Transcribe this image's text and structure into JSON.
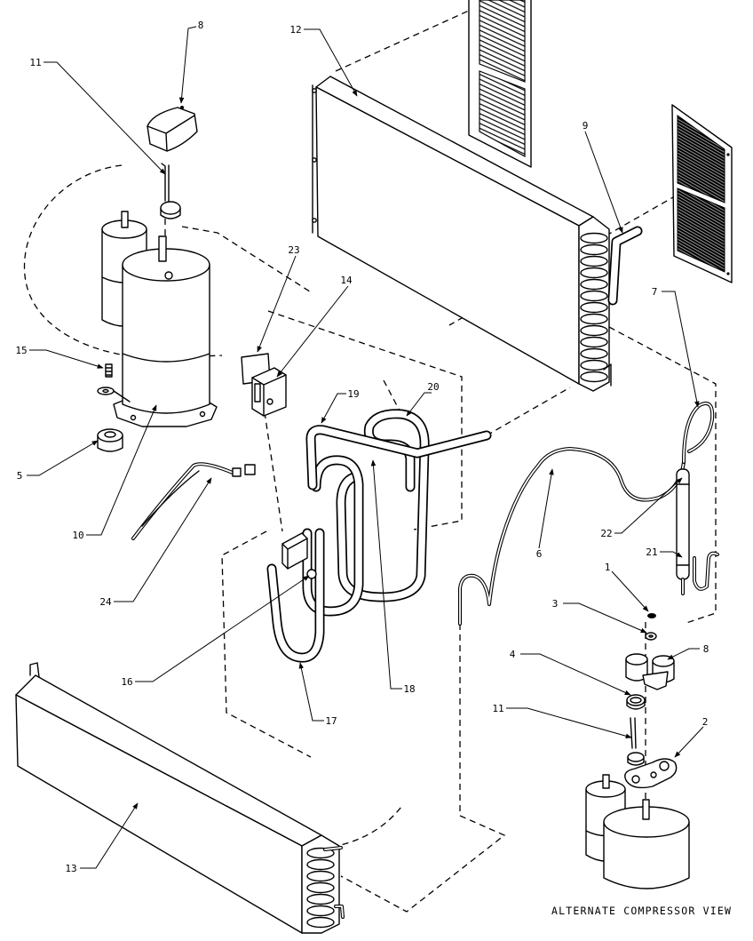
{
  "diagram": {
    "callouts": [
      "8",
      "11",
      "12",
      "9",
      "7",
      "23",
      "14",
      "15",
      "5",
      "10",
      "19",
      "20",
      "22",
      "21",
      "24",
      "6",
      "1",
      "3",
      "16",
      "4",
      "8",
      "18",
      "17",
      "11",
      "2",
      "13"
    ],
    "caption": "ALTERNATE COMPRESSOR VIEW"
  },
  "colors": {
    "line": "#000000",
    "background": "#ffffff"
  }
}
